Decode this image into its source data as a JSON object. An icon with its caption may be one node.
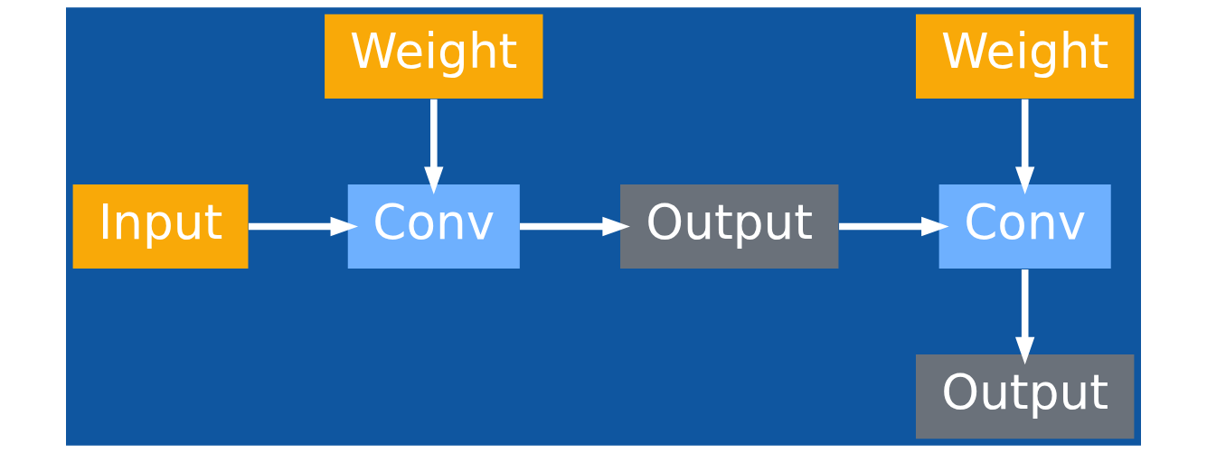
{
  "diagram": {
    "nodes": [
      {
        "text": [
          "Weight"
        ]
      },
      {
        "text": [
          "Weight"
        ]
      },
      {
        "text": [
          "Input"
        ]
      },
      {
        "text": [
          "Conv"
        ]
      },
      {
        "text": [
          "Output"
        ]
      },
      {
        "text": [
          "Conv"
        ]
      },
      {
        "text": [
          "Output"
        ]
      }
    ],
    "edges": [
      {
        "from": 0,
        "to": 3,
        "arrow": "to"
      },
      {
        "from": 2,
        "to": 3,
        "arrow": "to"
      },
      {
        "from": 3,
        "to": 4,
        "arrow": "to"
      },
      {
        "from": 4,
        "to": 5,
        "arrow": "to"
      },
      {
        "from": 1,
        "to": 5,
        "arrow": "to"
      },
      {
        "from": 5,
        "to": 6,
        "arrow": "to"
      }
    ]
  }
}
